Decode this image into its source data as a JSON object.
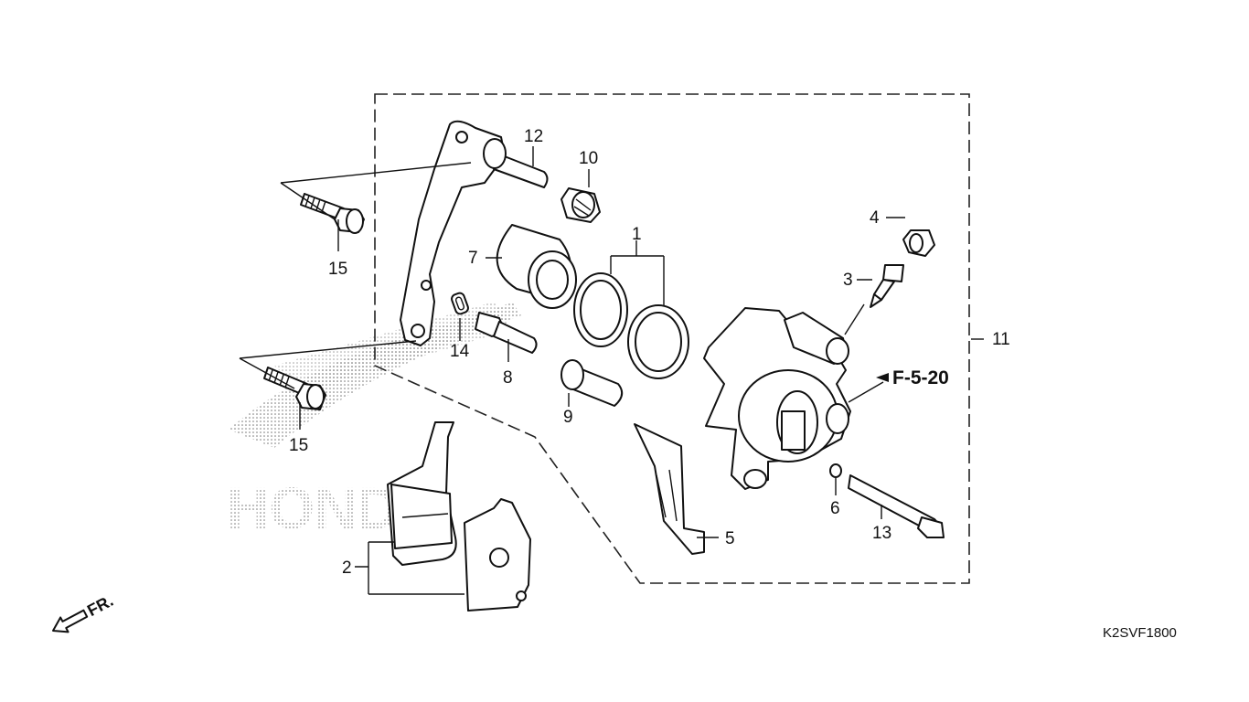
{
  "callouts": {
    "p1": "1",
    "p2": "2",
    "p3": "3",
    "p4": "4",
    "p5": "5",
    "p6": "6",
    "p7": "7",
    "p8": "8",
    "p9": "9",
    "p10": "10",
    "p11": "11",
    "p12": "12",
    "p13": "13",
    "p14": "14",
    "p15a": "15",
    "p15b": "15"
  },
  "reference": "F-5-20",
  "direction_label": "FR.",
  "diagram_code": "K2SVF1800",
  "watermark": "HONDA"
}
